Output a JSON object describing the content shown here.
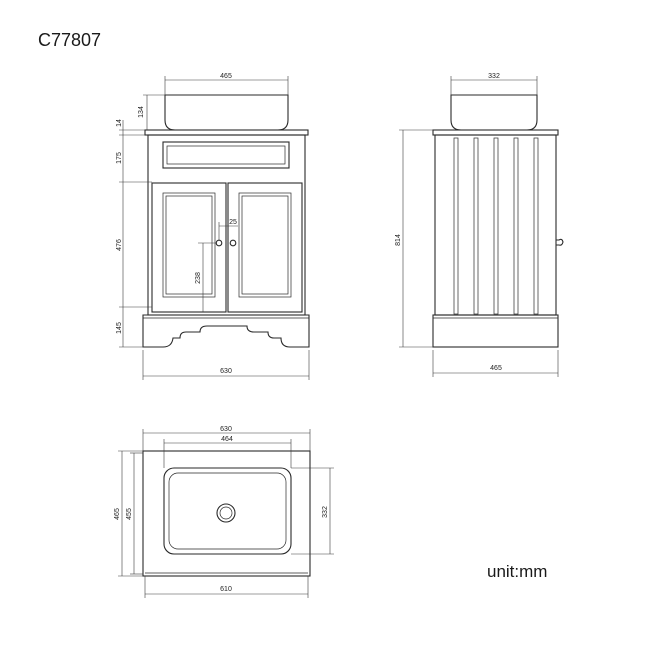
{
  "drawing": {
    "model_code": "C77807",
    "unit_label": "unit:mm"
  },
  "front_view": {
    "basin_width": "465",
    "basin_height": "134",
    "top_thickness": "14",
    "drawer_height": "175",
    "door_height": "476",
    "plinth_height": "145",
    "handle_offset": "25",
    "handle_height": "238",
    "overall_width": "630"
  },
  "side_view": {
    "basin_depth": "332",
    "overall_height": "814",
    "overall_depth": "465"
  },
  "top_view": {
    "overall_width": "630",
    "basin_width": "464",
    "overall_depth": "465",
    "cabinet_depth": "455",
    "basin_depth": "332",
    "cabinet_width": "610"
  }
}
